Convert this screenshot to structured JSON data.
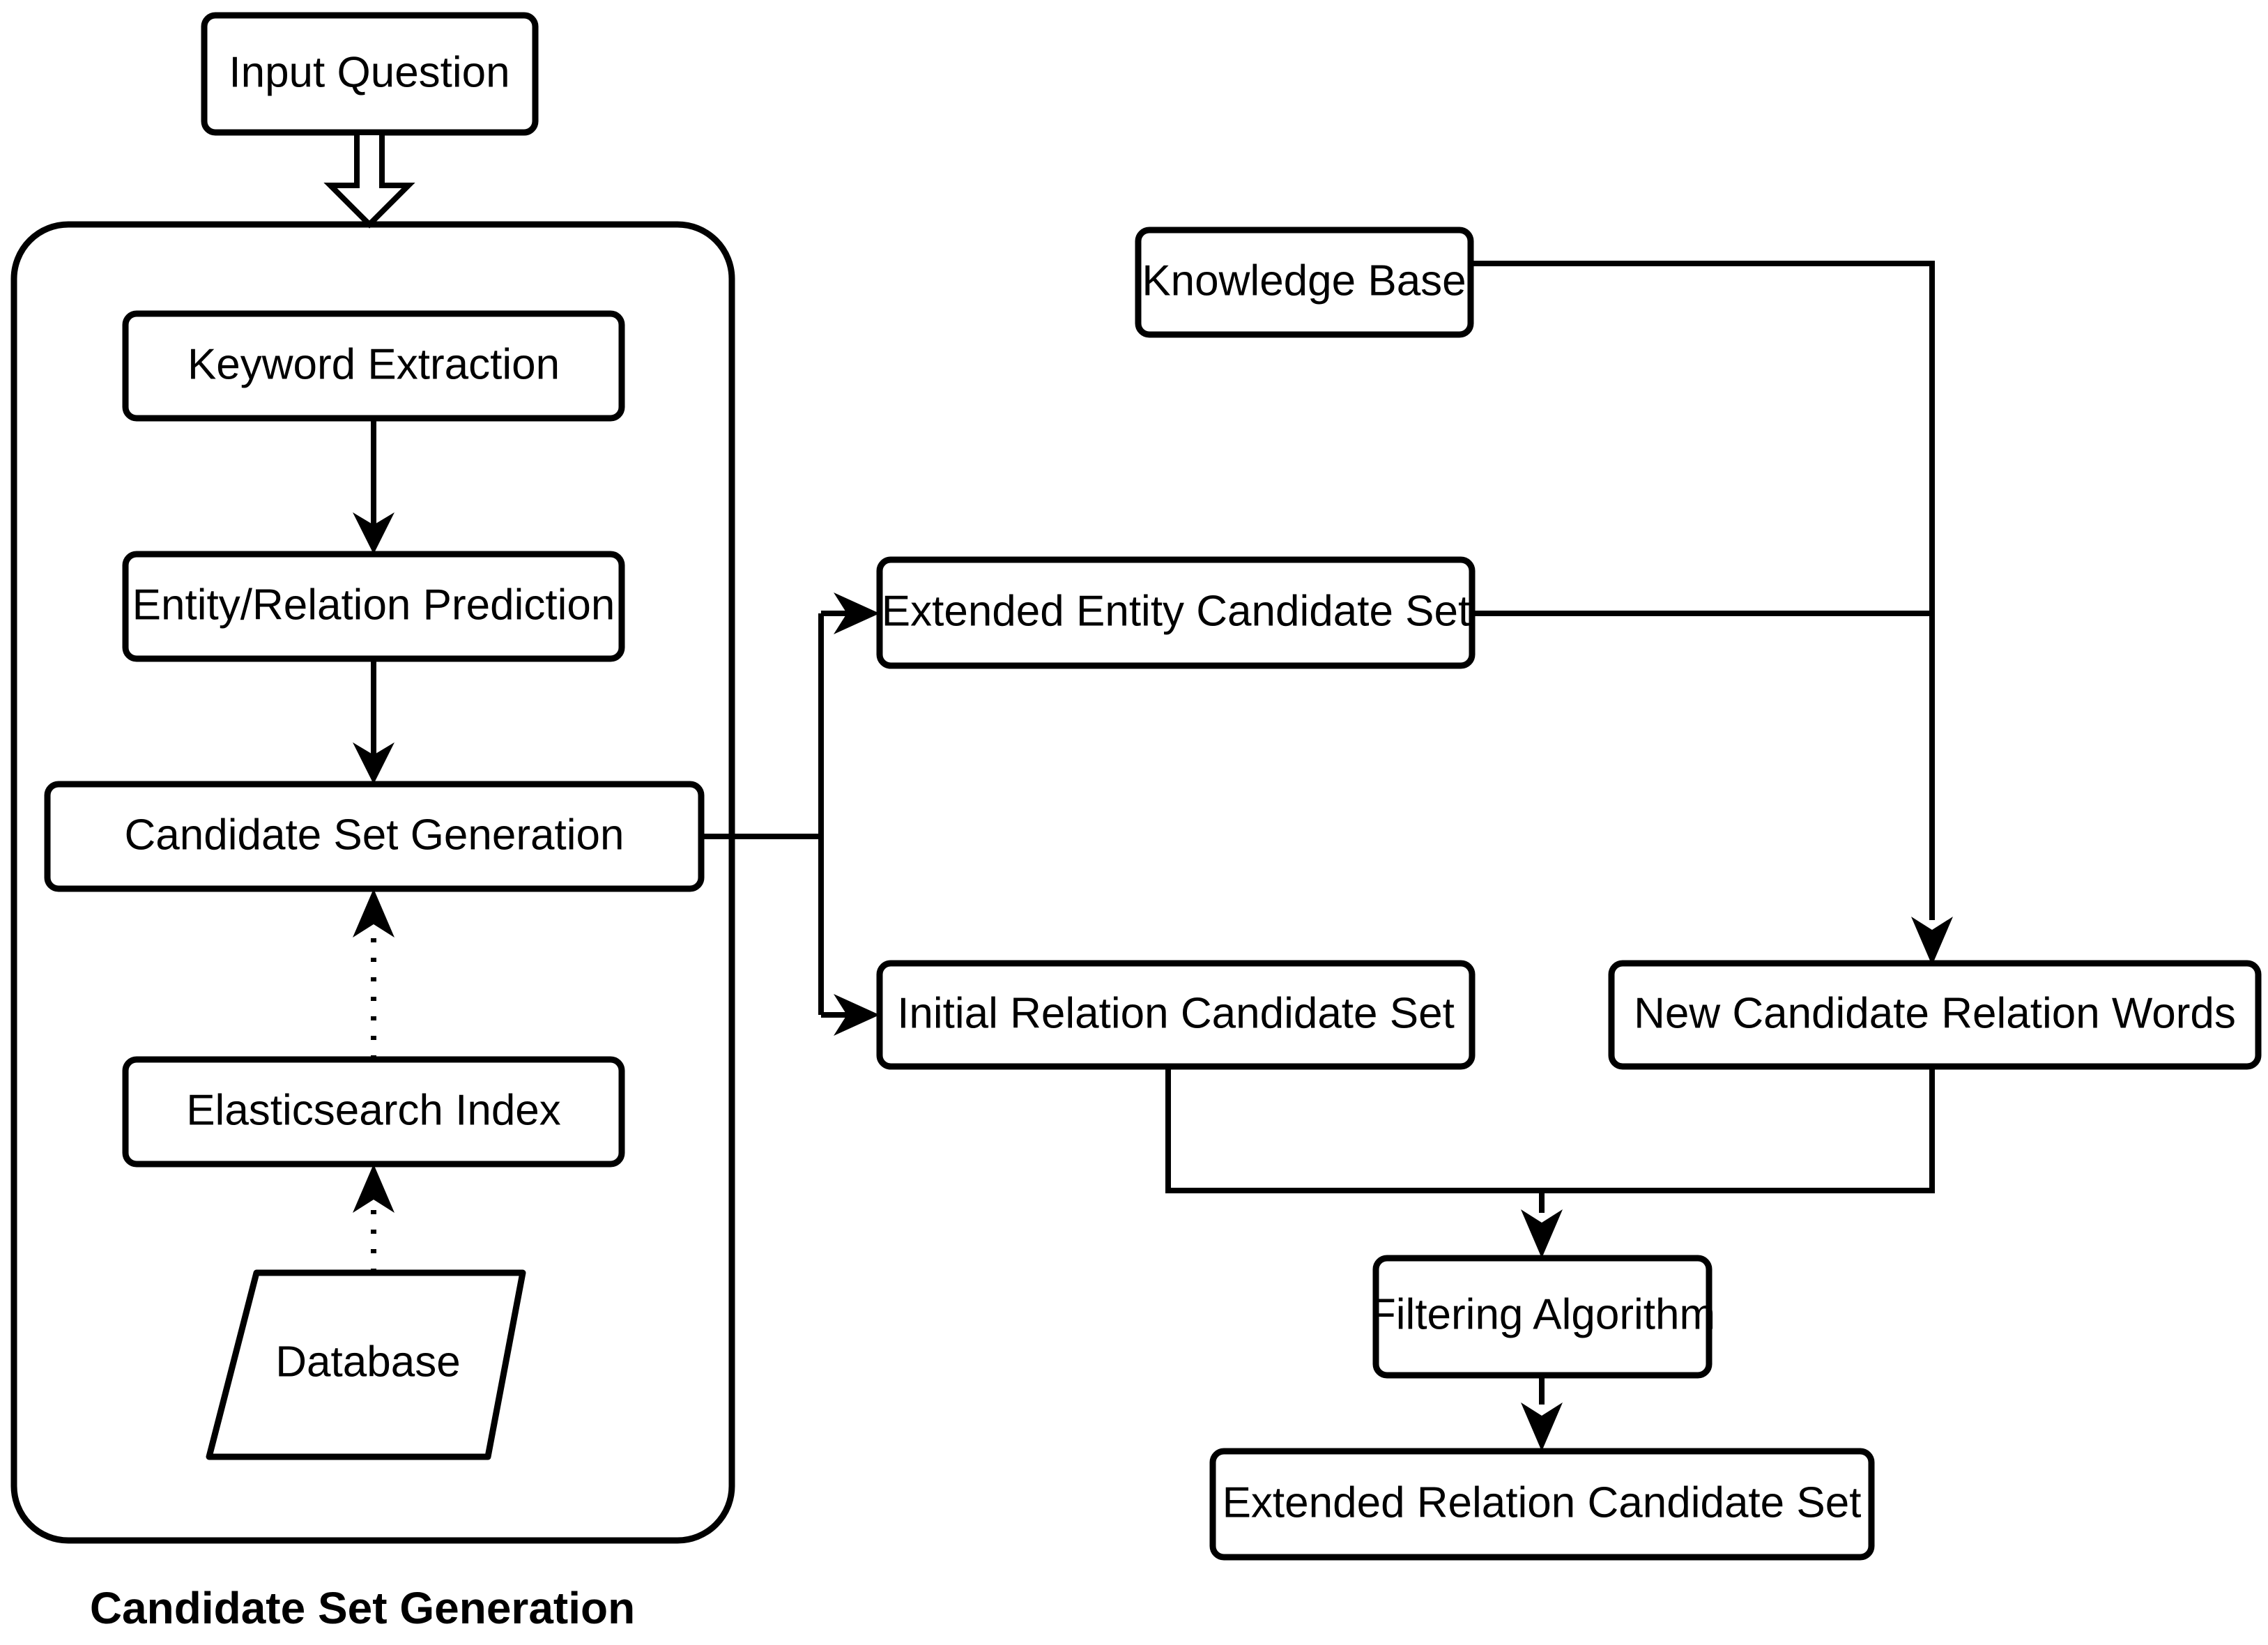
{
  "diagram": {
    "title_caption": "Candidate Set Generation",
    "background_color": "#ffffff",
    "stroke_color": "#000000",
    "nodes": {
      "input_question": "Input Question",
      "keyword_extraction": "Keyword Extraction",
      "entity_relation_prediction": "Entity/Relation Prediction",
      "candidate_set_generation": "Candidate Set Generation",
      "elasticsearch_index": "Elasticsearch Index",
      "database": "Database",
      "knowledge_base": "Knowledge Base",
      "extended_entity_candidate_set": "Extended Entity Candidate Set",
      "initial_relation_candidate_set": "Initial Relation Candidate Set",
      "new_candidate_relation_words": "New Candidate Relation Words",
      "filtering_algorithm": "Filtering Algorithm",
      "extended_relation_candidate_set": "Extended Relation Candidate Set"
    },
    "group_label": "Candidate Set Generation"
  }
}
